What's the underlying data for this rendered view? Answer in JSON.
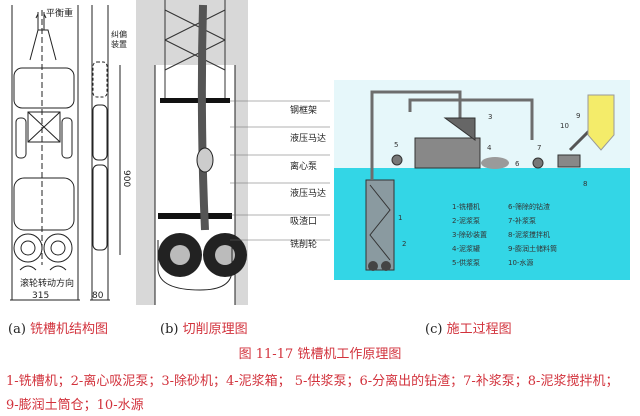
{
  "panel_a": {
    "label_top": "平衡重",
    "label_correction": "纠偏装置",
    "label_rotation": "滚轮转动方向",
    "dim_width": "315",
    "dim_side": "80",
    "dim_height": "900"
  },
  "panel_b": {
    "labels": [
      "钢框架",
      "液压马达",
      "离心泵",
      "液压马达",
      "吸渣口",
      "铣削轮"
    ]
  },
  "panel_c": {
    "numbers": [
      "1",
      "2",
      "3",
      "4",
      "5",
      "6",
      "7",
      "8",
      "9",
      "10"
    ],
    "legend": [
      "1-铣槽机",
      "2-泥浆泵",
      "3-除砂装置",
      "4-泥浆罐",
      "5-供浆泵",
      "6-筛除的钻渣",
      "7-补浆泵",
      "8-泥浆搅拌机",
      "9-膨润土储料筒",
      "10-水源"
    ],
    "colors": {
      "water": "#33d6e6",
      "sky": "#e6f7fa",
      "silo": "#f4ec6a"
    }
  },
  "captions": {
    "a_prefix": "(a)",
    "a_text": "铣槽机结构图",
    "b_prefix": "(b)",
    "b_text": "切削原理图",
    "c_prefix": "(c)",
    "c_text": "施工过程图"
  },
  "figure_title": "图 11-17  铣槽机工作原理图",
  "legend_line1": "1-铣槽机；2-离心吸泥泵；3-除砂机；4-泥浆箱；  5-供浆泵；6-分离出的钻渣；7-补浆泵；8-泥浆搅拌机；",
  "legend_line2": "9-膨润土筒仓；10-水源"
}
